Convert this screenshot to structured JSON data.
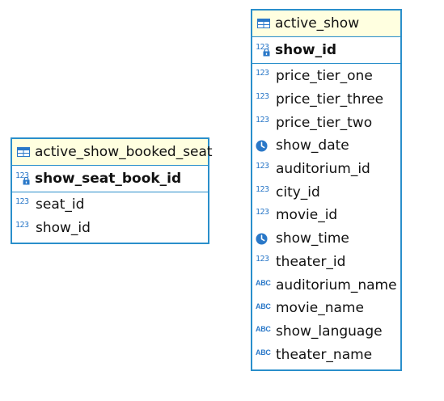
{
  "entities": {
    "booked": {
      "title": "active_show_booked_seat",
      "pk": {
        "label": "show_seat_book_id",
        "type": "number"
      },
      "columns": [
        {
          "label": "seat_id",
          "type": "number"
        },
        {
          "label": "show_id",
          "type": "number"
        }
      ]
    },
    "show": {
      "title": "active_show",
      "pk": {
        "label": "show_id",
        "type": "number"
      },
      "columns": [
        {
          "label": "price_tier_one",
          "type": "number"
        },
        {
          "label": "price_tier_three",
          "type": "number"
        },
        {
          "label": "price_tier_two",
          "type": "number"
        },
        {
          "label": "show_date",
          "type": "time"
        },
        {
          "label": "auditorium_id",
          "type": "number"
        },
        {
          "label": "city_id",
          "type": "number"
        },
        {
          "label": "movie_id",
          "type": "number"
        },
        {
          "label": "show_time",
          "type": "time"
        },
        {
          "label": "theater_id",
          "type": "number"
        },
        {
          "label": "auditorium_name",
          "type": "text"
        },
        {
          "label": "movie_name",
          "type": "text"
        },
        {
          "label": "show_language",
          "type": "text"
        },
        {
          "label": "theater_name",
          "type": "text"
        }
      ]
    }
  },
  "icon_text": {
    "number": "123",
    "text": "ABC"
  },
  "colors": {
    "border": "#2a8fcb",
    "header_bg": "#ffffe0",
    "icon": "#2a78c8",
    "text": "#111111"
  }
}
